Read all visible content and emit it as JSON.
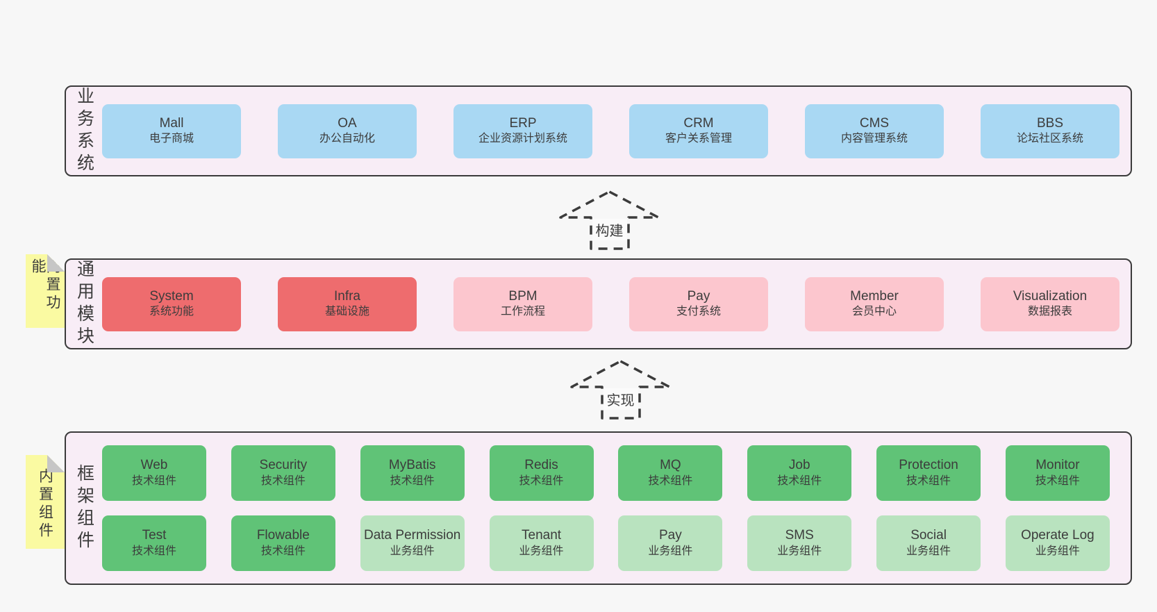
{
  "colors": {
    "page_bg": "#f7f7f7",
    "panel_bg": "#f8edf6",
    "panel_border": "#3b3b3b",
    "blue_box": "#a9d8f3",
    "red_box": "#ee6c6e",
    "pink_box": "#fcc6ce",
    "green_box": "#60c377",
    "light_green_box": "#b9e3bf",
    "sticky_yellow": "#fafaa2",
    "sticky_fold_gray": "#c6c6c6",
    "text": "#3c3c3c"
  },
  "layers": [
    {
      "label": "业务系统",
      "boxes": [
        {
          "name": "Mall",
          "desc": "电子商城"
        },
        {
          "name": "OA",
          "desc": "办公自动化"
        },
        {
          "name": "ERP",
          "desc": "企业资源计划系统"
        },
        {
          "name": "CRM",
          "desc": "客户关系管理"
        },
        {
          "name": "CMS",
          "desc": "内容管理系统"
        },
        {
          "name": "BBS",
          "desc": "论坛社区系统"
        }
      ]
    },
    {
      "label": "通用模块",
      "sticky": "内置功能",
      "boxes": [
        {
          "name": "System",
          "desc": "系统功能"
        },
        {
          "name": "Infra",
          "desc": "基础设施"
        },
        {
          "name": "BPM",
          "desc": "工作流程"
        },
        {
          "name": "Pay",
          "desc": "支付系统"
        },
        {
          "name": "Member",
          "desc": "会员中心"
        },
        {
          "name": "Visualization",
          "desc": "数据报表"
        }
      ]
    },
    {
      "label": "框架组件",
      "sticky": "内置组件",
      "rows": [
        [
          {
            "name": "Web",
            "desc": "技术组件"
          },
          {
            "name": "Security",
            "desc": "技术组件"
          },
          {
            "name": "MyBatis",
            "desc": "技术组件"
          },
          {
            "name": "Redis",
            "desc": "技术组件"
          },
          {
            "name": "MQ",
            "desc": "技术组件"
          },
          {
            "name": "Job",
            "desc": "技术组件"
          },
          {
            "name": "Protection",
            "desc": "技术组件"
          },
          {
            "name": "Monitor",
            "desc": "技术组件"
          }
        ],
        [
          {
            "name": "Test",
            "desc": "技术组件"
          },
          {
            "name": "Flowable",
            "desc": "技术组件"
          },
          {
            "name": "Data Permission",
            "desc": "业务组件"
          },
          {
            "name": "Tenant",
            "desc": "业务组件"
          },
          {
            "name": "Pay",
            "desc": "业务组件"
          },
          {
            "name": "SMS",
            "desc": "业务组件"
          },
          {
            "name": "Social",
            "desc": "业务组件"
          },
          {
            "name": "Operate Log",
            "desc": "业务组件"
          }
        ]
      ]
    }
  ],
  "arrows": [
    {
      "label": "构建"
    },
    {
      "label": "实现"
    }
  ]
}
